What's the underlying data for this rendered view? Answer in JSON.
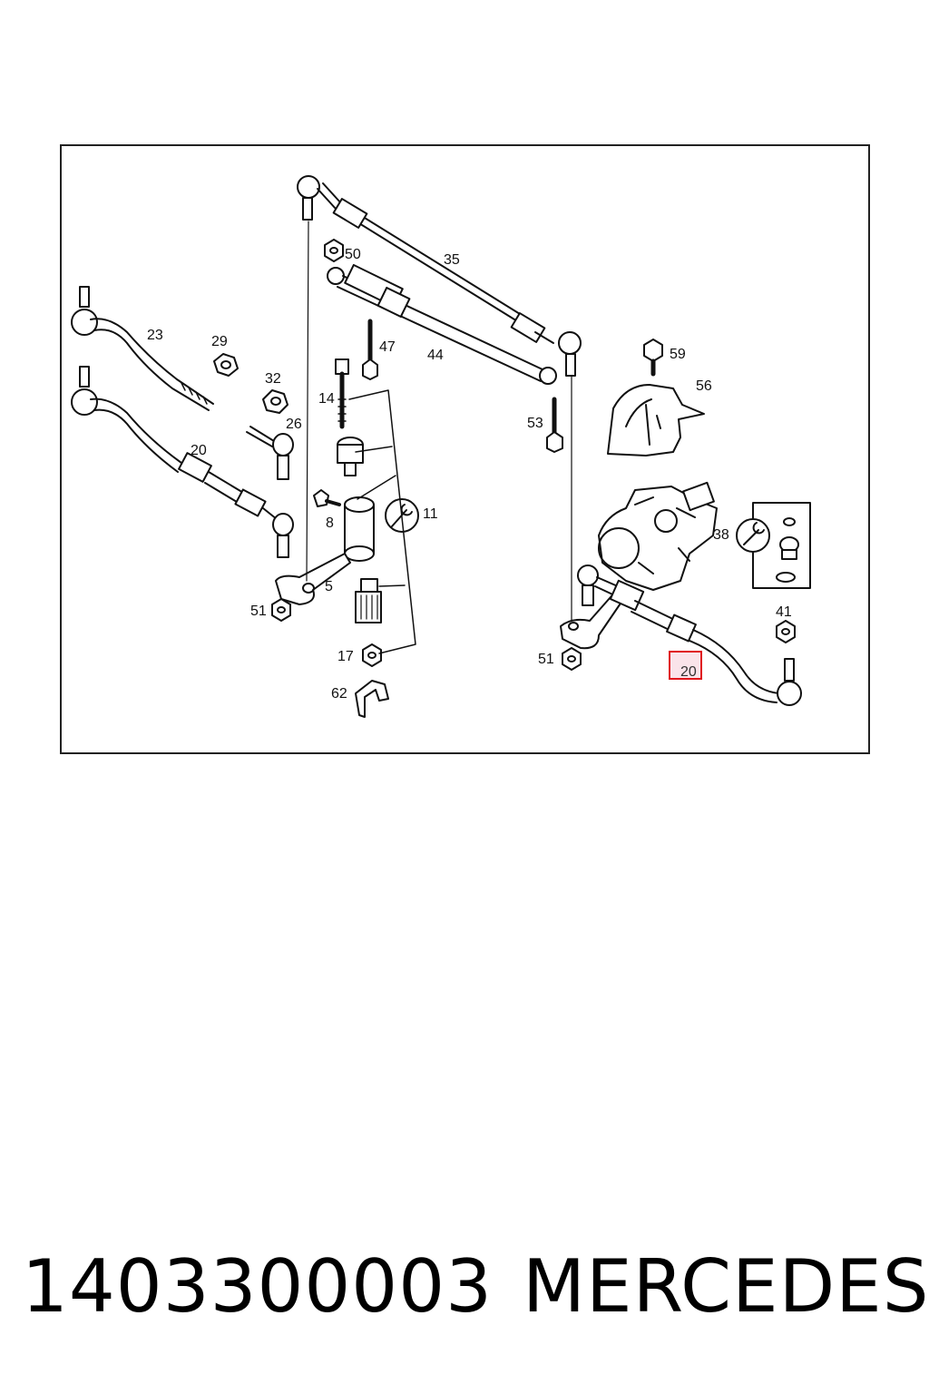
{
  "diagram": {
    "callouts": [
      "20",
      "23",
      "29",
      "32",
      "26",
      "20",
      "14",
      "8",
      "5",
      "51",
      "17",
      "62",
      "11",
      "50",
      "35",
      "47",
      "44",
      "53",
      "59",
      "56",
      "38",
      "41",
      "51"
    ],
    "highlighted_callout": "20",
    "highlight_color": "#e0151b",
    "highlight_fill": "#f7d2dc"
  },
  "footer": {
    "part_number": "1403300003",
    "brand": "MERCEDES"
  }
}
